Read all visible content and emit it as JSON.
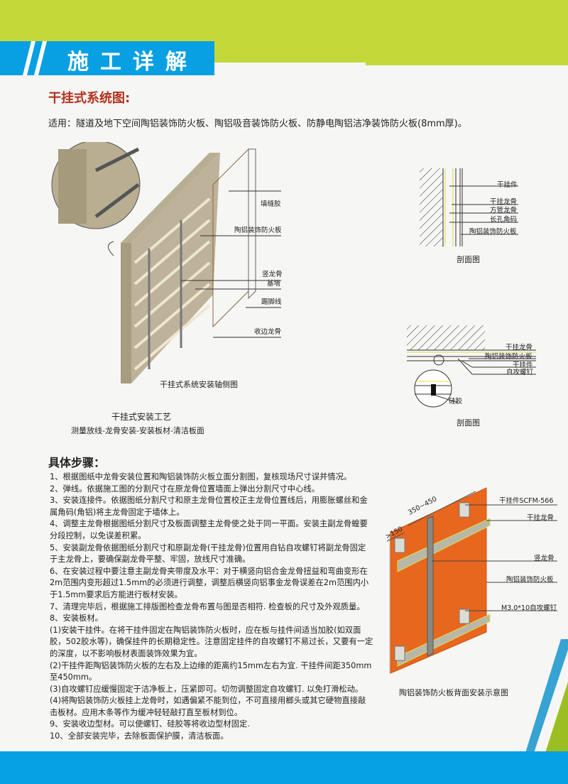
{
  "header": {
    "title": "施工详解"
  },
  "section": {
    "title": "干挂式系统图:",
    "apply": "适用：隧道及地下空间陶铝装饰防火板、陶铝吸音装饰防火板、防静电陶铝洁净装饰防火板(8mm厚)。"
  },
  "axon": {
    "labels": [
      "填缝胶",
      "陶铝装饰防火板",
      "竖龙骨",
      "基墙",
      "踢脚线",
      "收边龙骨"
    ],
    "caption": "干挂式系统安装轴侧图",
    "process_title": "干挂式安装工艺",
    "process_steps": "测量放线-龙骨安装-安装板材-清洁板面"
  },
  "section1": {
    "labels": [
      "干挂件",
      "干挂龙骨",
      "方管龙骨",
      "长孔角码",
      "陶铝装饰防火板"
    ],
    "caption": "剖面图"
  },
  "section2": {
    "labels": [
      "干挂龙骨",
      "陶铝装饰防火板",
      "干挂件",
      "自攻螺钉"
    ],
    "detail_label": "硅胶",
    "caption": "剖面图"
  },
  "steps": {
    "title": "具体步骤：",
    "items": [
      "1、根据图纸中龙骨安装位置和陶铝装饰防火板立面分割图，复核现场尺寸误并情况。",
      "2、弹线。依据施工图的分割尺寸在原龙骨位置墙面上弹出分割尺寸中心线。",
      "3、安装连接件。依据图纸分割尺寸和原主龙骨位置校正主龙骨位置线后，用膨胀螺丝和金属角码(角铝)将主龙骨固定于墙体上。",
      "4、调整主龙骨根据图纸分割尺寸及板面调整主龙骨使之处于同一平面。安装主副龙骨蝗要分段控制，以免误差积累。",
      "5、安装副龙骨依据图纸分割尺寸和原副龙骨(干挂龙骨)位置用自钻自攻螺钉将副龙骨固定于主龙骨上，要确保副龙骨平整、牢固，放线尺寸准确。",
      "6、在安装过程中要注意主副龙骨夹带度及水平：对于横竖向铝合金龙骨扭益和弯曲变形在2m范围内变形超过1.5mm的必须进行调整，调整后横竖向铝事金龙骨误差在2m范围内小于1.5mm要求后方能进行板材安装。",
      "7、清理完毕后，根据施工排版图检查龙骨布置与图是否相符. 检查板的尺寸及外观质量。",
      "8、安装板材。",
      "(1)安装干挂件。在将干挂件固定在陶铝装饰防火板时，应在板与挂件间适当加胶(如双面胶，502胶水等)，确保挂件的长期稳定性。注意固定挂件的自攻螺钉不易过长，又要有一定的深度，以不影响板材表面装饰效果为宜。",
      "(2)干挂件距陶铝装饰防火板的左右及上边缘的距离约15mm左右为宜. 干挂件间距350mm至450mm。",
      "(3)自攻螺钉应缓慢固定于洁净板上，压紧即可。切勿调整固定自攻螺钉. 以免打滑松动。",
      "(4)将陶铝装饰防火板挂上龙骨时，如遇偏紧不能到位，不可直接用榔头或其它硬物直接敲击板材。应用木条等作为缓冲轻轻敲打直至板材到位。",
      "9、安装收边型材。可以使螺钉、硅胶等将收边型材固定.",
      "10、全部安装完毕，去除板面保护膜，清洁板面。"
    ]
  },
  "back": {
    "labels": [
      "干挂件SCFM-566",
      "干挂龙骨",
      "竖龙骨",
      "陶铝装饰防火板",
      "M3.0*10自攻螺钉"
    ],
    "dim_spacing": "350~450",
    "dim_edge": ">150",
    "caption": "陶铝装饰防火板背面安装示意图"
  },
  "colors": {
    "green": "#c4d83a",
    "blue": "#08a0e2",
    "title_red": "#b3321f",
    "panel_orange": "#e8671e"
  }
}
